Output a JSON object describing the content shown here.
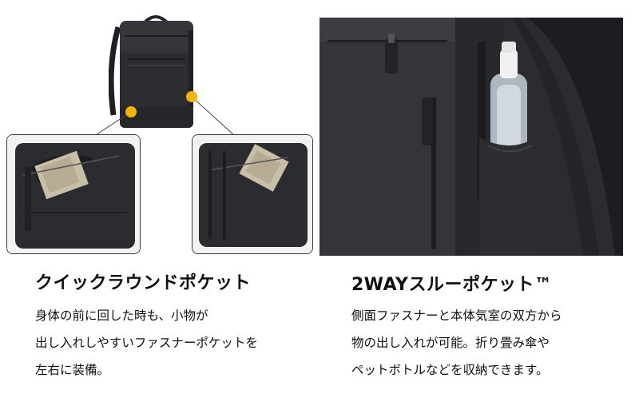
{
  "left_feature": {
    "heading": "クイックラウンドポケット",
    "lines": [
      "身体の前に回した時も、小物が",
      "出し入れしやすいファスナーポケットを",
      "左右に装備。"
    ]
  },
  "right_feature": {
    "heading": "2WAYスルーポケット™",
    "lines": [
      "側面ファスナーと本体気室の双方から",
      "物の出し入れが可能。折り畳み傘や",
      "ペットボトルなどを収納できます。"
    ]
  },
  "colors": {
    "callout_dot": "#f5b400",
    "bag_dark": "#2b2d31",
    "text": "#111111"
  }
}
